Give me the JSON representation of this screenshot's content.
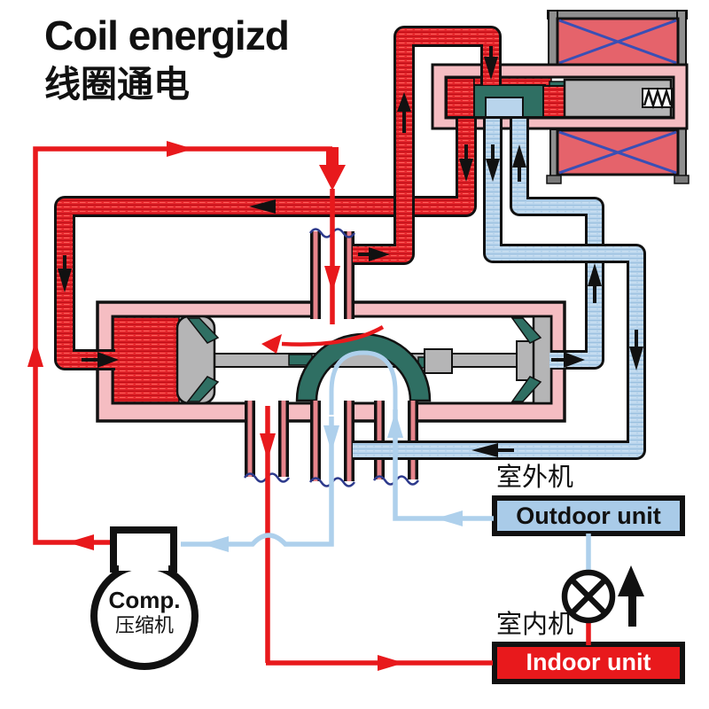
{
  "title": {
    "en": "Coil energizd",
    "zh": "线圈通电"
  },
  "units": {
    "outdoor": {
      "label_zh": "室外机",
      "label_en": "Outdoor unit",
      "fill": "#a9cbe8"
    },
    "indoor": {
      "label_zh": "室内机",
      "label_en": "Indoor unit",
      "fill": "#e8191c"
    }
  },
  "compressor": {
    "label_en": "Comp.",
    "label_zh": "压缩机"
  },
  "components": {
    "solenoid_coil": "energized solenoid coil with iron frame",
    "pilot_valve": "pilot slide valve with plunger and return spring",
    "main_valve": "four-way reversing slide valve",
    "expansion_valve": "expansion valve (circle-X symbol)"
  },
  "colors": {
    "hot_line": "#e8191c",
    "cold_line": "#aed0ec",
    "pipe_red": "#e6262c",
    "pipe_blue": "#b8d4ec",
    "housing_pink": "#f5bdc2",
    "slide_teal": "#2f6f63",
    "metal_gray": "#b5b5b6",
    "frame_gray": "#8f8f8f",
    "coil_red": "#e5636b",
    "coil_x_blue": "#3a4fb5",
    "break_navy": "#2d3a8c"
  }
}
